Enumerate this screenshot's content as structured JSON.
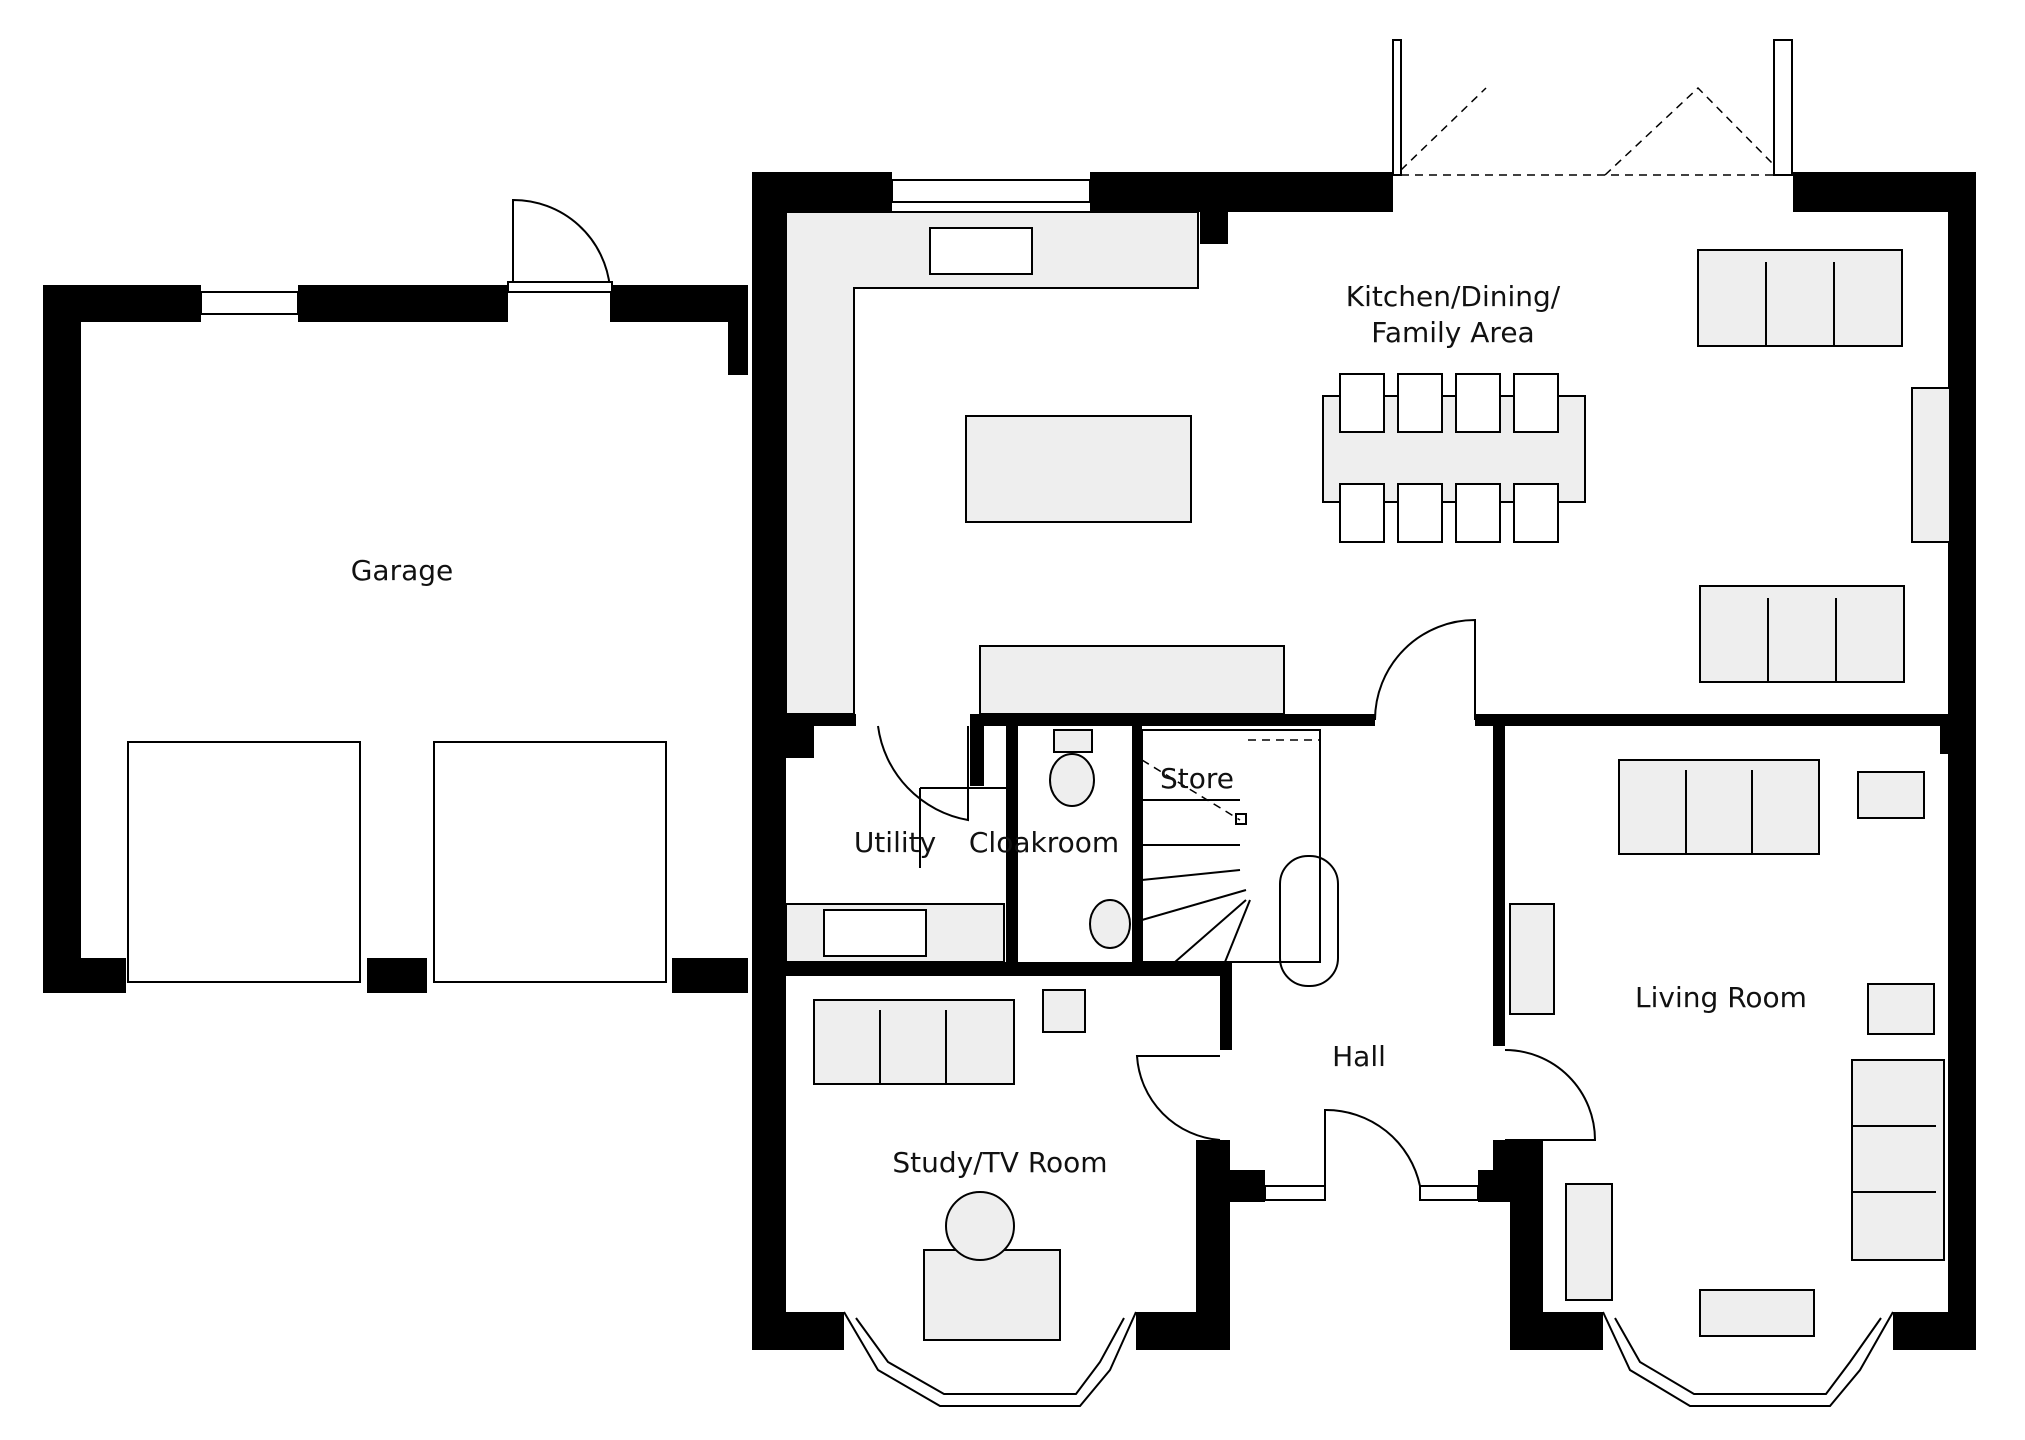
{
  "floor_plan": {
    "rooms": {
      "garage": "Garage",
      "kitchen_line1": "Kitchen/Dining/",
      "kitchen_line2": "Family Area",
      "store": "Store",
      "utility": "Utility",
      "cloakroom": "Cloakroom",
      "hall": "Hall",
      "living_room": "Living Room",
      "study": "Study/TV Room"
    },
    "colors": {
      "wall": "#000000",
      "fixture_fill": "#eeeeee",
      "background": "#ffffff"
    }
  }
}
